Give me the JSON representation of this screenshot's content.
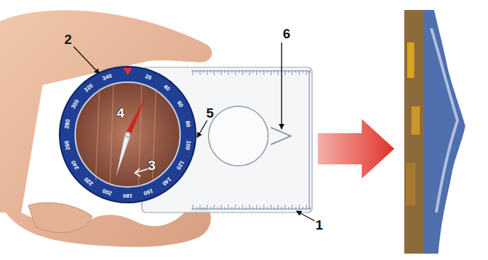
{
  "diagram": {
    "labels": [
      "2",
      "6",
      "5",
      "4",
      "3",
      "1",
      "20",
      "40",
      "60",
      "80",
      "100",
      "120",
      "140",
      "160",
      "180",
      "200",
      "220",
      "240",
      "260",
      "280",
      "300",
      "320",
      "340"
    ]
  }
}
